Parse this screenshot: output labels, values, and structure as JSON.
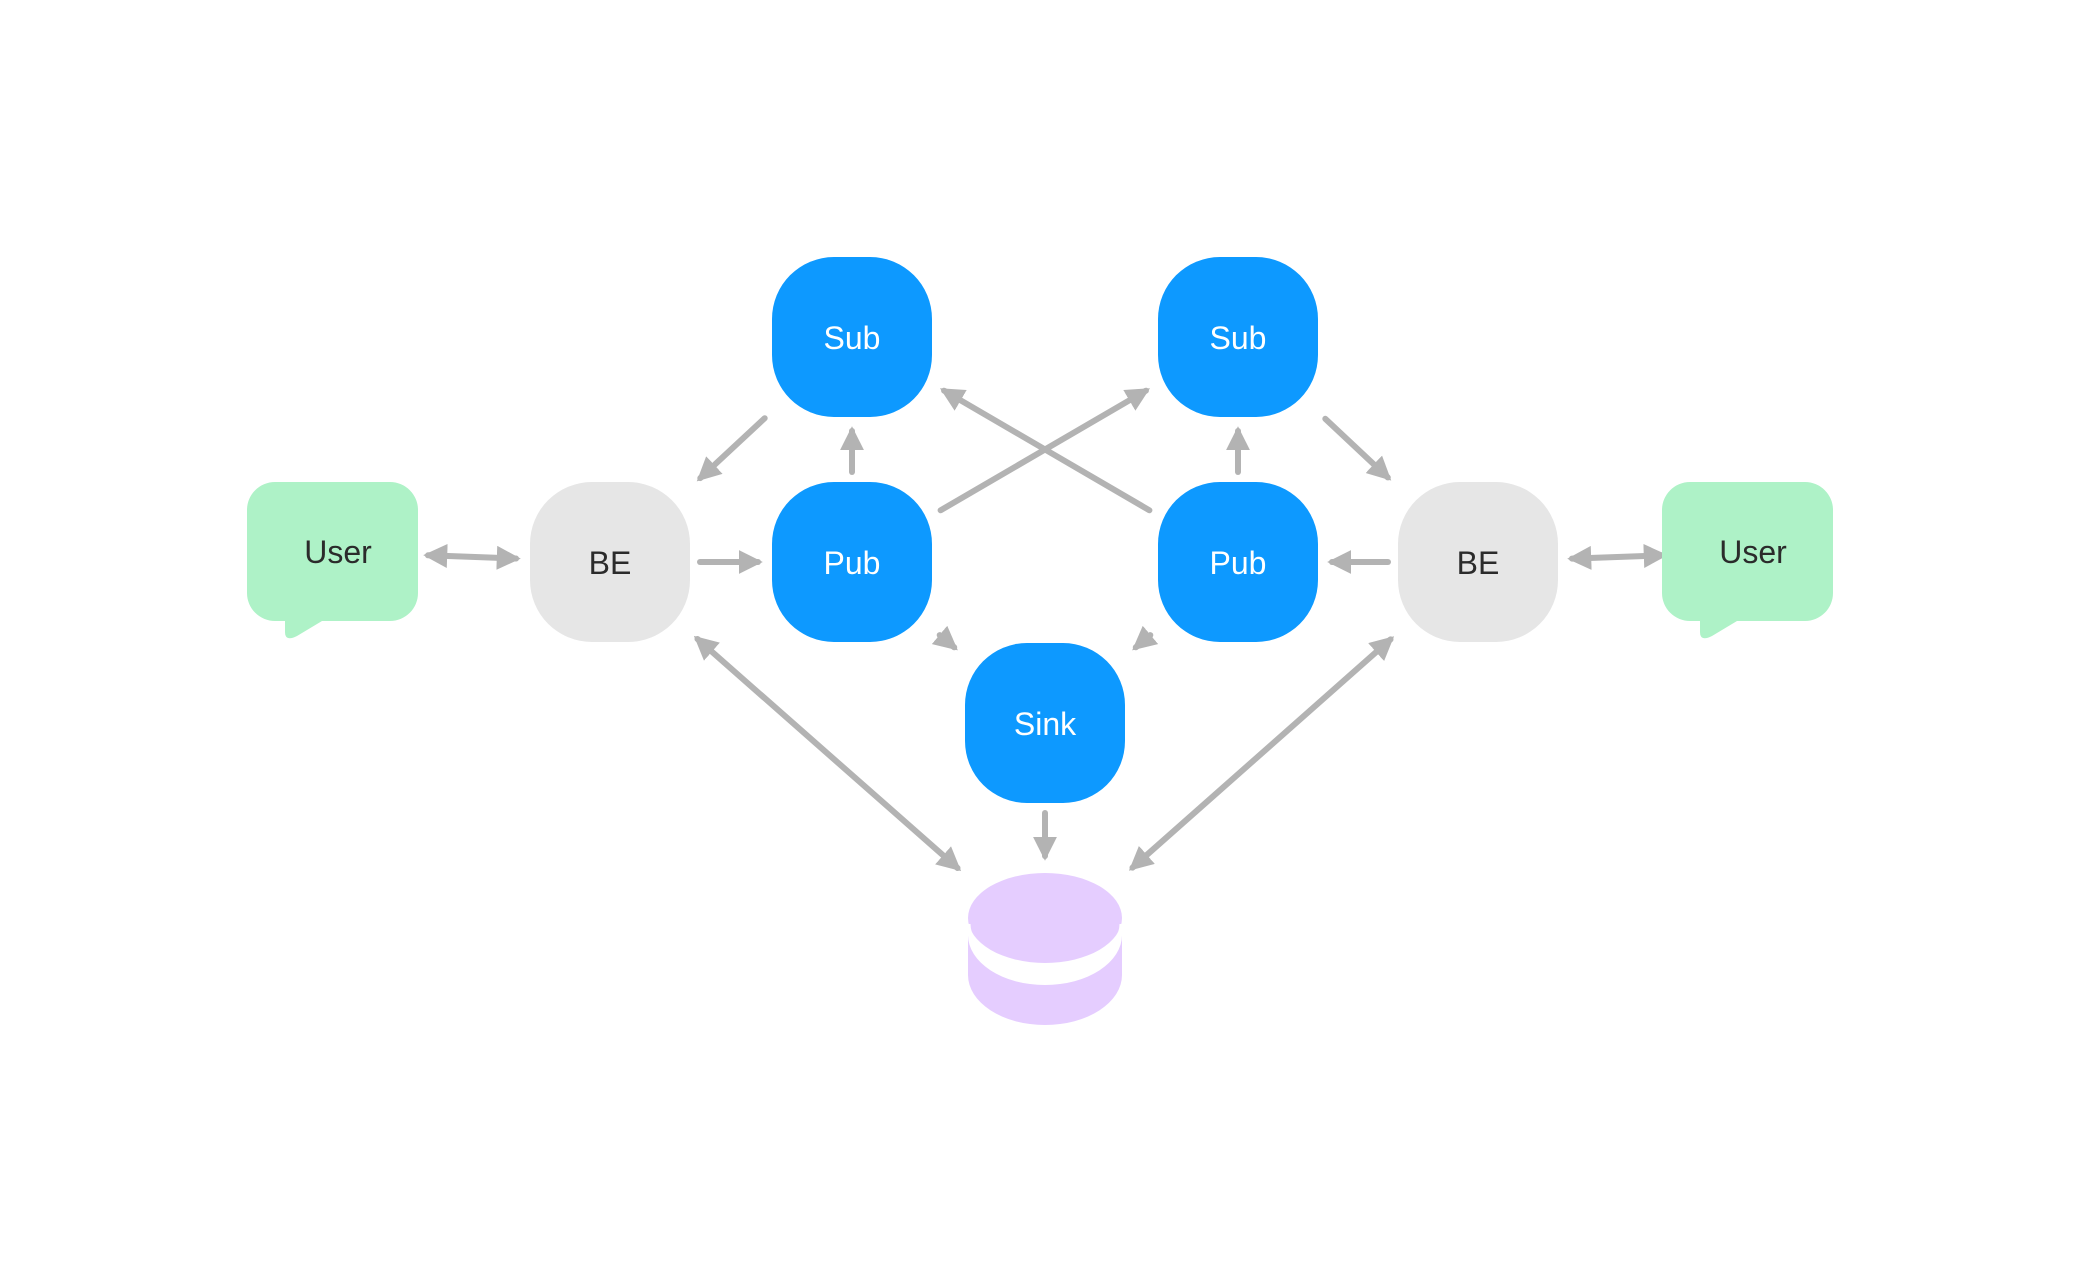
{
  "nodes": {
    "user_left": {
      "label": "User",
      "kind": "user",
      "color": "#aef2c7"
    },
    "be_left": {
      "label": "BE",
      "kind": "backend",
      "color": "#e6e6e6"
    },
    "pub_left": {
      "label": "Pub",
      "kind": "publisher",
      "color": "#0d99ff"
    },
    "sub_left": {
      "label": "Sub",
      "kind": "subscriber",
      "color": "#0d99ff"
    },
    "sink": {
      "label": "Sink",
      "kind": "sink",
      "color": "#0d99ff"
    },
    "sub_right": {
      "label": "Sub",
      "kind": "subscriber",
      "color": "#0d99ff"
    },
    "pub_right": {
      "label": "Pub",
      "kind": "publisher",
      "color": "#0d99ff"
    },
    "be_right": {
      "label": "BE",
      "kind": "backend",
      "color": "#e6e6e6"
    },
    "user_right": {
      "label": "User",
      "kind": "user",
      "color": "#aef2c7"
    },
    "database": {
      "label": "",
      "kind": "database",
      "color": "#e5cdff"
    }
  },
  "edges": [
    {
      "from": "user_left",
      "to": "be_left",
      "bidirectional": true
    },
    {
      "from": "be_left",
      "to": "pub_left",
      "bidirectional": false
    },
    {
      "from": "pub_left",
      "to": "sub_left",
      "bidirectional": false
    },
    {
      "from": "sub_left",
      "to": "be_left",
      "bidirectional": false
    },
    {
      "from": "pub_left",
      "to": "sub_right",
      "bidirectional": false
    },
    {
      "from": "pub_right",
      "to": "sub_left",
      "bidirectional": false
    },
    {
      "from": "pub_right",
      "to": "sub_right",
      "bidirectional": false
    },
    {
      "from": "sub_right",
      "to": "be_right",
      "bidirectional": false
    },
    {
      "from": "be_right",
      "to": "pub_right",
      "bidirectional": false
    },
    {
      "from": "user_right",
      "to": "be_right",
      "bidirectional": true
    },
    {
      "from": "pub_left",
      "to": "sink",
      "bidirectional": false
    },
    {
      "from": "pub_right",
      "to": "sink",
      "bidirectional": false
    },
    {
      "from": "sink",
      "to": "database",
      "bidirectional": false
    },
    {
      "from": "be_left",
      "to": "database",
      "bidirectional": true
    },
    {
      "from": "be_right",
      "to": "database",
      "bidirectional": true
    }
  ],
  "colors": {
    "edge": "#b3b3b3",
    "label_dark": "#2b2b2b",
    "label_light": "#ffffff"
  }
}
